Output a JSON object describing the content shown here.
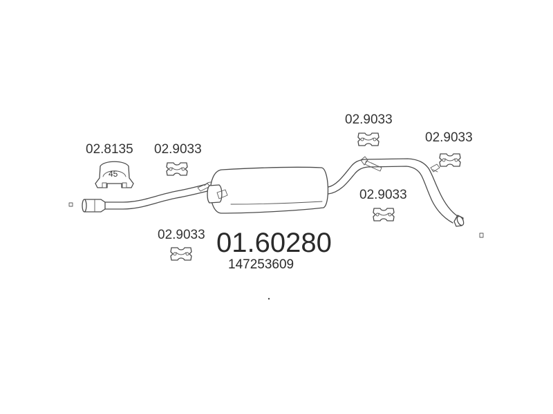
{
  "main_part_number": "01.60280",
  "oem_number": "147253609",
  "clamp": {
    "part_number": "02.8135",
    "size": "45"
  },
  "hangers": [
    {
      "part_number": "02.9033"
    },
    {
      "part_number": "02.9033"
    },
    {
      "part_number": "02.9033"
    },
    {
      "part_number": "02.9033"
    },
    {
      "part_number": "02.9033"
    }
  ],
  "colors": {
    "line": "#4a4a4a",
    "text": "#333333",
    "background": "#ffffff"
  }
}
